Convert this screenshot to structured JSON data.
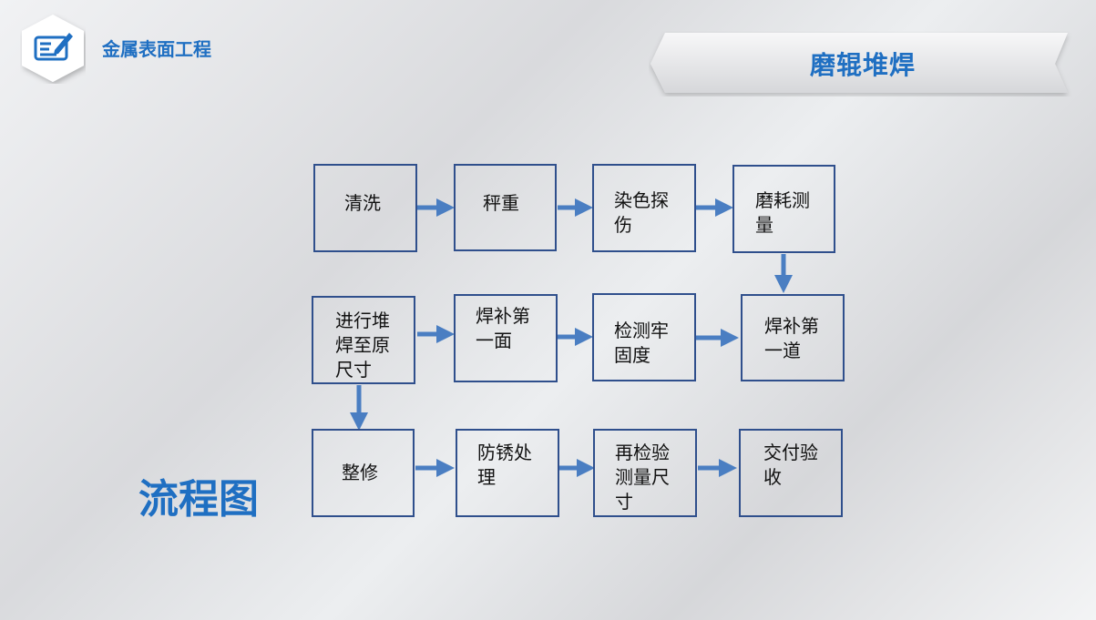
{
  "header": {
    "brand": "金属表面工程",
    "title": "磨辊堆焊",
    "logo_icon": "edit-note-icon"
  },
  "flow_label": "流程图",
  "steps": [
    {
      "id": "s1",
      "label": "清洗"
    },
    {
      "id": "s2",
      "label": "秤重"
    },
    {
      "id": "s3",
      "label": "染色探\n伤"
    },
    {
      "id": "s4",
      "label": "磨耗测\n量"
    },
    {
      "id": "s5",
      "label": "进行堆\n焊至原\n尺寸"
    },
    {
      "id": "s6",
      "label": "焊补第\n一面"
    },
    {
      "id": "s7",
      "label": "检测牢\n固度"
    },
    {
      "id": "s8",
      "label": "焊补第\n一道"
    },
    {
      "id": "s9",
      "label": "整修"
    },
    {
      "id": "s10",
      "label": "防锈处\n理"
    },
    {
      "id": "s11",
      "label": "再检验\n测量尺\n寸"
    },
    {
      "id": "s12",
      "label": "交付验\n收"
    }
  ],
  "colors": {
    "accent": "#1f6fc2",
    "box_border": "#2f4f8c",
    "arrow": "#4a7ec2"
  }
}
